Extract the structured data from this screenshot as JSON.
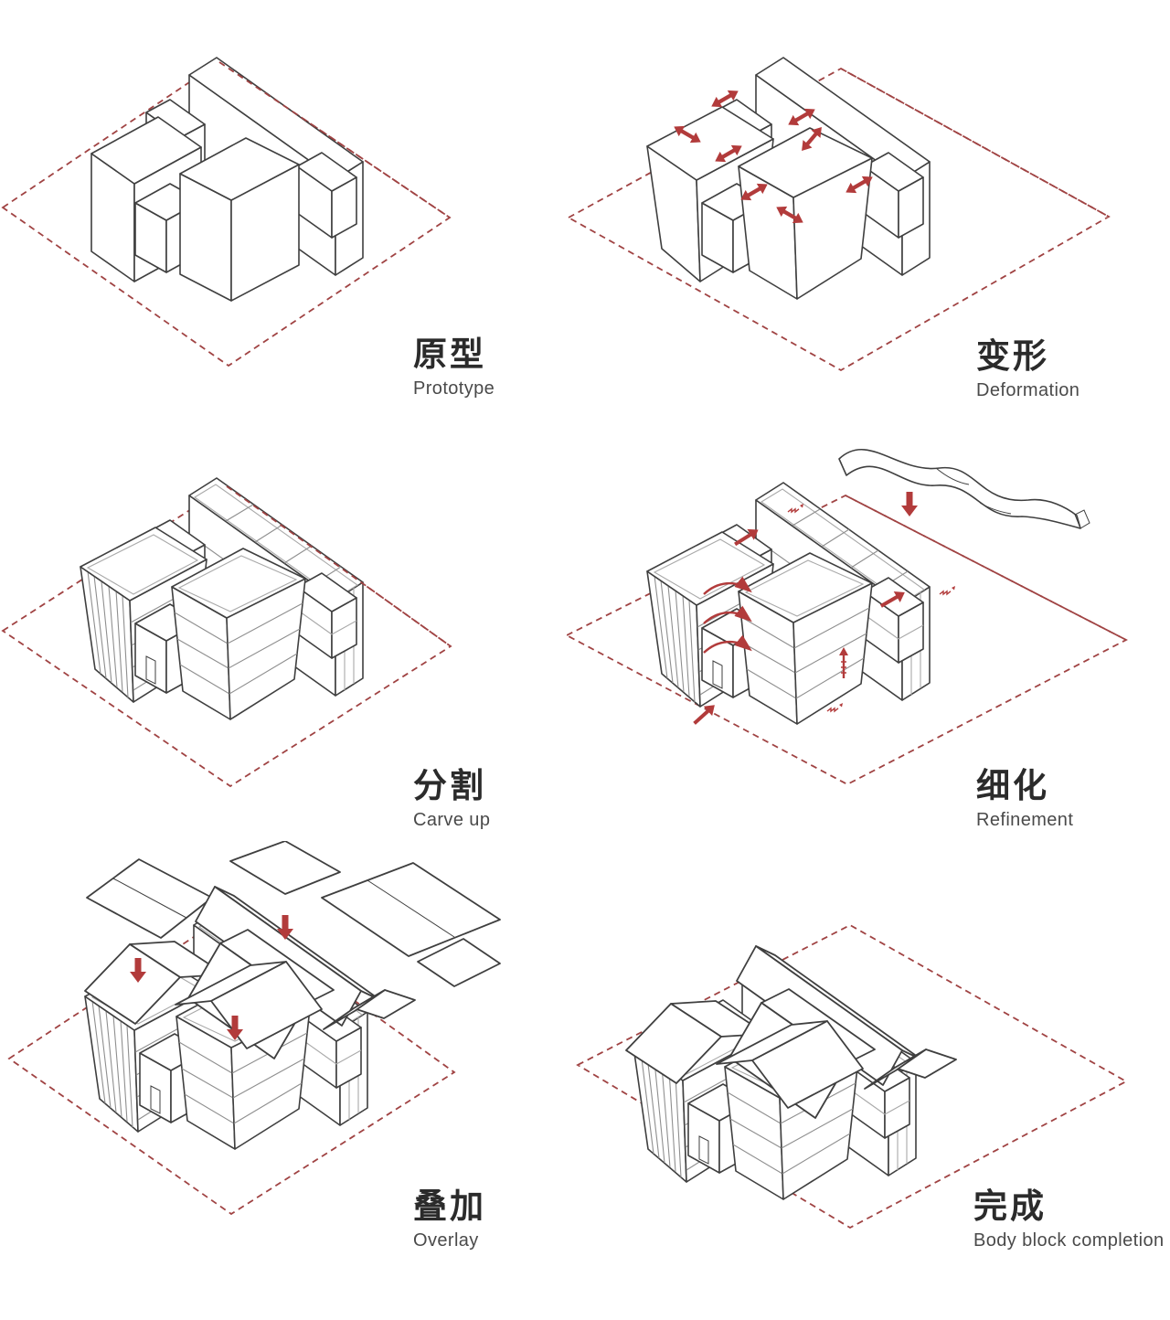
{
  "colors": {
    "line": "#3f3f3f",
    "light_line": "#a9a9a9",
    "site_boundary": "#a04343",
    "accent_red": "#b23b3b",
    "label_zh": "#2b2b2b",
    "label_en": "#4a4a4a"
  },
  "panels": [
    {
      "id": "prototype",
      "label_zh": "原型",
      "label_en": "Prototype"
    },
    {
      "id": "deformation",
      "label_zh": "变形",
      "label_en": "Deformation"
    },
    {
      "id": "carve-up",
      "label_zh": "分割",
      "label_en": "Carve up"
    },
    {
      "id": "refinement",
      "label_zh": "细化",
      "label_en": "Refinement"
    },
    {
      "id": "overlay",
      "label_zh": "叠加",
      "label_en": "Overlay"
    },
    {
      "id": "completion",
      "label_zh": "完成",
      "label_en": "Body block completion"
    }
  ]
}
